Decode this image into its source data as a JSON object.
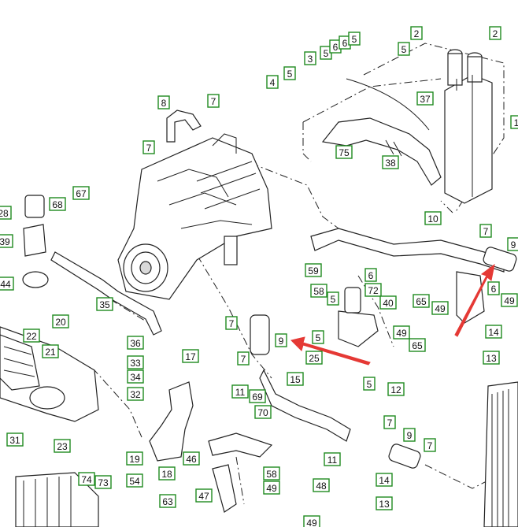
{
  "callouts": [
    {
      "id": "c2a",
      "label": "2"
    },
    {
      "id": "c2b",
      "label": "2"
    },
    {
      "id": "c5a",
      "label": "5"
    },
    {
      "id": "c6a",
      "label": "6"
    },
    {
      "id": "c6b",
      "label": "6"
    },
    {
      "id": "c5b",
      "label": "5"
    },
    {
      "id": "c5c",
      "label": "5"
    },
    {
      "id": "c3",
      "label": "3"
    },
    {
      "id": "c4",
      "label": "4"
    },
    {
      "id": "c5d",
      "label": "5"
    },
    {
      "id": "c37",
      "label": "37"
    },
    {
      "id": "c1",
      "label": "1"
    },
    {
      "id": "c8",
      "label": "8"
    },
    {
      "id": "c7a",
      "label": "7"
    },
    {
      "id": "c7b",
      "label": "7"
    },
    {
      "id": "c75",
      "label": "75"
    },
    {
      "id": "c38",
      "label": "38"
    },
    {
      "id": "c67",
      "label": "67"
    },
    {
      "id": "c68",
      "label": "68"
    },
    {
      "id": "c28",
      "label": "28"
    },
    {
      "id": "c39",
      "label": "39"
    },
    {
      "id": "c44",
      "label": "44"
    },
    {
      "id": "c35",
      "label": "35"
    },
    {
      "id": "c10",
      "label": "10"
    },
    {
      "id": "c7c",
      "label": "7"
    },
    {
      "id": "c9a",
      "label": "9"
    },
    {
      "id": "c59",
      "label": "59"
    },
    {
      "id": "c6c",
      "label": "6"
    },
    {
      "id": "c72",
      "label": "72"
    },
    {
      "id": "c58a",
      "label": "58"
    },
    {
      "id": "c5e",
      "label": "5"
    },
    {
      "id": "c40",
      "label": "40"
    },
    {
      "id": "c65",
      "label": "65"
    },
    {
      "id": "c49a",
      "label": "49"
    },
    {
      "id": "c6d",
      "label": "6"
    },
    {
      "id": "c49b",
      "label": "49"
    },
    {
      "id": "c7d",
      "label": "7"
    },
    {
      "id": "c9b",
      "label": "9"
    },
    {
      "id": "c5f",
      "label": "5"
    },
    {
      "id": "c49c",
      "label": "49"
    },
    {
      "id": "c65b",
      "label": "65"
    },
    {
      "id": "c14a",
      "label": "14"
    },
    {
      "id": "c25",
      "label": "25"
    },
    {
      "id": "c13a",
      "label": "13"
    },
    {
      "id": "c20",
      "label": "20"
    },
    {
      "id": "c22",
      "label": "22"
    },
    {
      "id": "c21",
      "label": "21"
    },
    {
      "id": "c36",
      "label": "36"
    },
    {
      "id": "c17",
      "label": "17"
    },
    {
      "id": "c33",
      "label": "33"
    },
    {
      "id": "c34",
      "label": "34"
    },
    {
      "id": "c7e",
      "label": "7"
    },
    {
      "id": "c15",
      "label": "15"
    },
    {
      "id": "c5g",
      "label": "5"
    },
    {
      "id": "c12",
      "label": "12"
    },
    {
      "id": "c32",
      "label": "32"
    },
    {
      "id": "c11a",
      "label": "11"
    },
    {
      "id": "c69",
      "label": "69"
    },
    {
      "id": "c70",
      "label": "70"
    },
    {
      "id": "c7f",
      "label": "7"
    },
    {
      "id": "c9c",
      "label": "9"
    },
    {
      "id": "c7g",
      "label": "7"
    },
    {
      "id": "c31",
      "label": "31"
    },
    {
      "id": "c23",
      "label": "23"
    },
    {
      "id": "c19",
      "label": "19"
    },
    {
      "id": "c46",
      "label": "46"
    },
    {
      "id": "c11b",
      "label": "11"
    },
    {
      "id": "c18",
      "label": "18"
    },
    {
      "id": "c74",
      "label": "74"
    },
    {
      "id": "c73",
      "label": "73"
    },
    {
      "id": "c54",
      "label": "54"
    },
    {
      "id": "c58b",
      "label": "58"
    },
    {
      "id": "c49d",
      "label": "49"
    },
    {
      "id": "c14b",
      "label": "14"
    },
    {
      "id": "c47",
      "label": "47"
    },
    {
      "id": "c48",
      "label": "48"
    },
    {
      "id": "c13b",
      "label": "13"
    },
    {
      "id": "c63",
      "label": "63"
    },
    {
      "id": "c49e",
      "label": "49"
    }
  ],
  "colors": {
    "callout_border": "#1f8a1f",
    "arrow": "#e53935",
    "line": "#222222",
    "background": "#ffffff"
  }
}
